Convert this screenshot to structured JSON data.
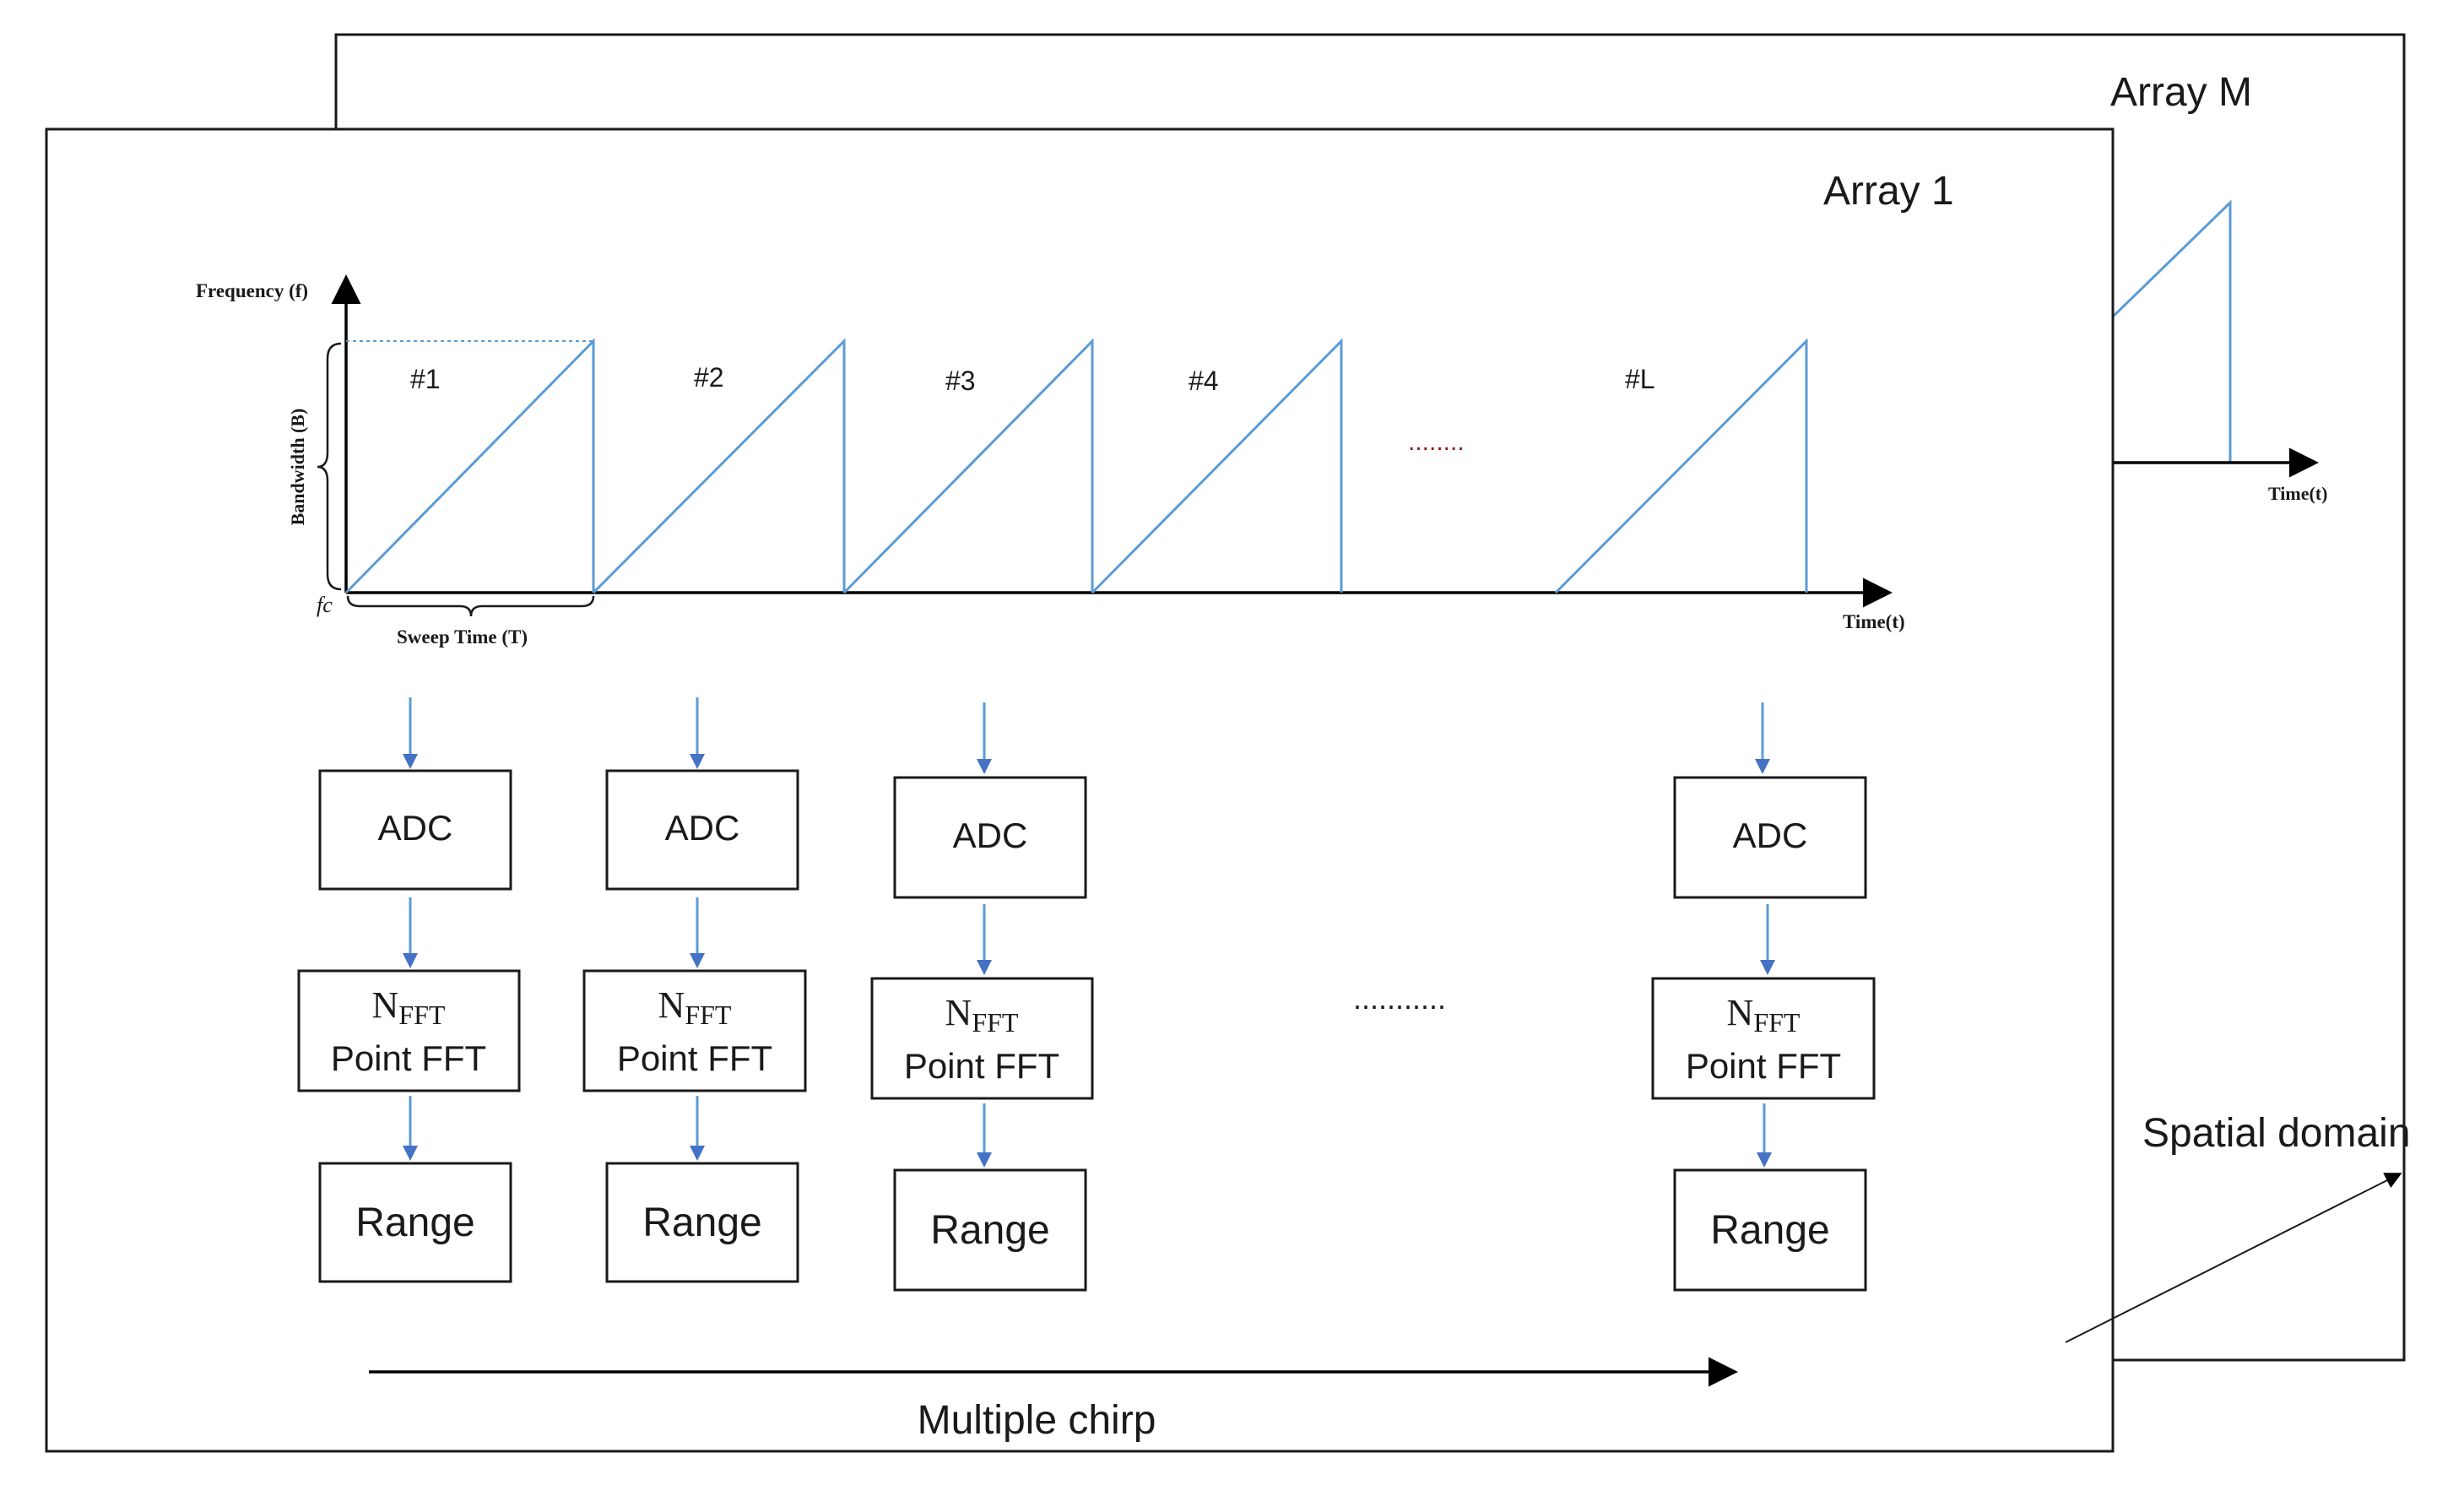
{
  "array_m": {
    "title": "Array M",
    "time_label": "Time(t)"
  },
  "array_1": {
    "title": "Array 1",
    "frequency_label": "Frequency (f)",
    "bandwidth_label": "Bandwidth (B)",
    "fc_label": "fc",
    "sweep_time_label": "Sweep Time (T)",
    "time_label": "Time(t)",
    "chirp_ellipsis": "........",
    "chirps": [
      {
        "label": "#1"
      },
      {
        "label": "#2"
      },
      {
        "label": "#3"
      },
      {
        "label": "#4"
      },
      {
        "label": "#L"
      }
    ],
    "pipelines": [
      {
        "adc": "ADC",
        "fft_n": "N",
        "fft_sub": "FFT",
        "fft_text": "Point FFT",
        "range": "Range"
      },
      {
        "adc": "ADC",
        "fft_n": "N",
        "fft_sub": "FFT",
        "fft_text": "Point FFT",
        "range": "Range"
      },
      {
        "adc": "ADC",
        "fft_n": "N",
        "fft_sub": "FFT",
        "fft_text": "Point FFT",
        "range": "Range"
      },
      {
        "adc": "ADC",
        "fft_n": "N",
        "fft_sub": "FFT",
        "fft_text": "Point FFT",
        "range": "Range"
      }
    ],
    "pipeline_ellipsis": "...........",
    "multiple_chirp_label": "Multiple chirp"
  },
  "spatial_domain_label": "Spatial domain",
  "colors": {
    "chirp_line": "#5b9bd5",
    "outline": "#1a1a1a"
  }
}
